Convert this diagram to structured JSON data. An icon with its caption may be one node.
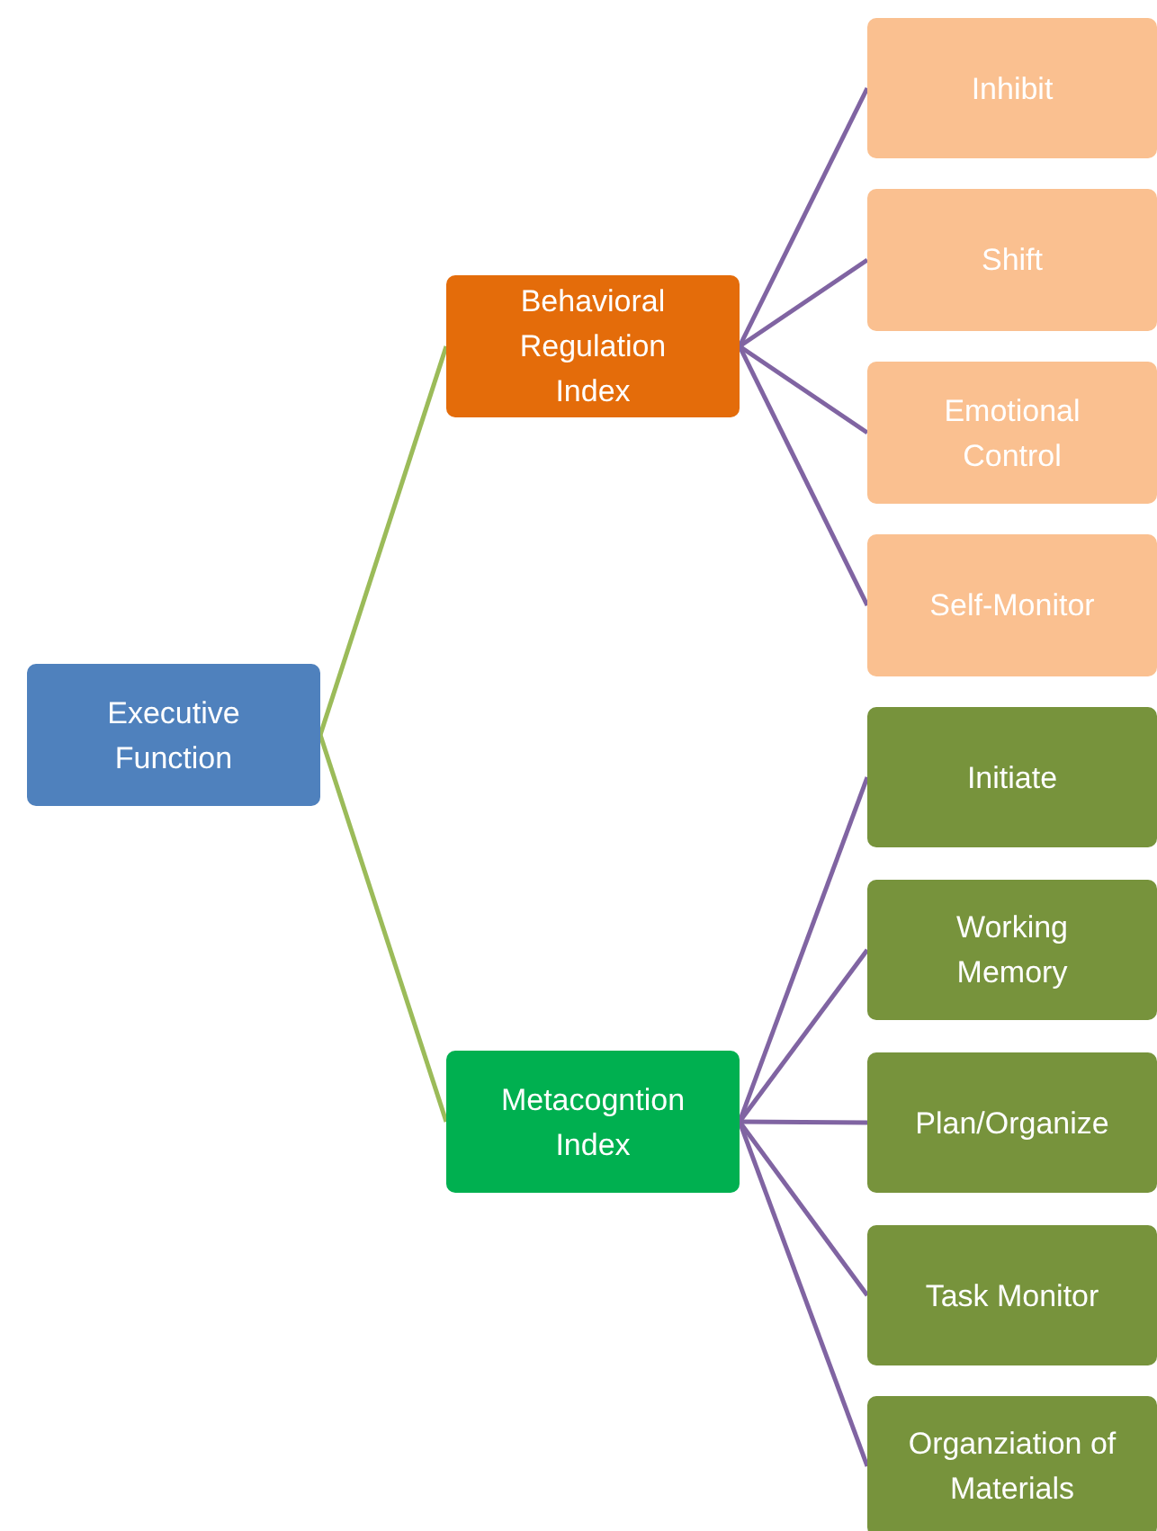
{
  "diagram": {
    "nodes": [
      {
        "text": [
          "Executive Function"
        ]
      },
      {
        "text": [
          "Behavioral Regulation Index"
        ]
      },
      {
        "text": [
          "Metacogntion Index"
        ]
      },
      {
        "text": [
          "Inhibit"
        ]
      },
      {
        "text": [
          "Shift"
        ]
      },
      {
        "text": [
          "Emotional Control"
        ]
      },
      {
        "text": [
          "Self-Monitor"
        ]
      },
      {
        "text": [
          "Initiate"
        ]
      },
      {
        "text": [
          "Working Memory"
        ]
      },
      {
        "text": [
          "Plan/Organize"
        ]
      },
      {
        "text": [
          "Task Monitor"
        ]
      },
      {
        "text": [
          "Organziation of Materials"
        ]
      }
    ],
    "edges": [
      {
        "from": 0,
        "to": 1,
        "arrow": "none",
        "color": "#9bbb59"
      },
      {
        "from": 0,
        "to": 2,
        "arrow": "none",
        "color": "#9bbb59"
      },
      {
        "from": 1,
        "to": 3,
        "arrow": "none"
      },
      {
        "from": 1,
        "to": 4,
        "arrow": "none"
      },
      {
        "from": 1,
        "to": 5,
        "arrow": "none"
      },
      {
        "from": 1,
        "to": 6,
        "arrow": "none"
      },
      {
        "from": 2,
        "to": 7,
        "arrow": "none"
      },
      {
        "from": 2,
        "to": 8,
        "arrow": "none"
      },
      {
        "from": 2,
        "to": 9,
        "arrow": "none"
      },
      {
        "from": 2,
        "to": 10,
        "arrow": "none"
      },
      {
        "from": 2,
        "to": 11,
        "arrow": "none"
      }
    ]
  }
}
